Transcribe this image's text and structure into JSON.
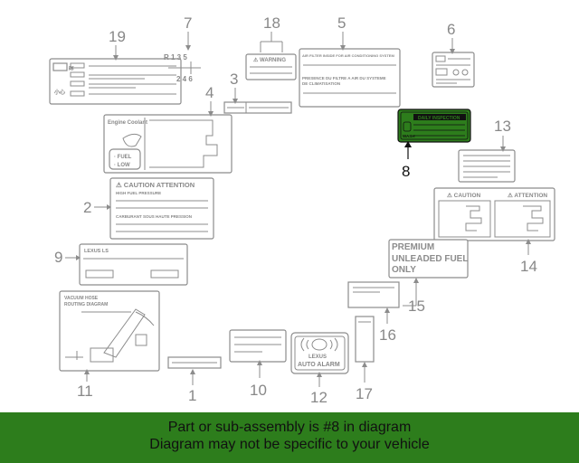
{
  "diagram": {
    "callouts": {
      "n1": "1",
      "n2": "2",
      "n3": "3",
      "n4": "4",
      "n5": "5",
      "n6": "6",
      "n7": "7",
      "n8": "8",
      "n9": "9",
      "n10": "10",
      "n11": "11",
      "n12": "12",
      "n13": "13",
      "n14": "14",
      "n15": "15",
      "n16": "16",
      "n17": "17",
      "n18": "18",
      "n19": "19"
    },
    "label_text": {
      "warning": "⚠ WARNING",
      "air_filter_en": "AIR FILTER INSIDE FOR AIR CONDITIONING SYSTEM",
      "air_filter_fr1": "PRESENCE DU FILTRE A AIR DU SYSTEME",
      "air_filter_fr2": "DE CLIMATISATION",
      "engine_coolant": "Engine Coolant",
      "fuel": "· FUEL",
      "low": "· LOW",
      "caution_attention": "⚠ CAUTION  ATTENTION",
      "high_fuel_pressure": "HIGH FUEL PRESSURE",
      "carburant": "CARBURANT SOUS HAUTE PRESSION",
      "lexus_ls": "LEXUS LS",
      "vacuum_1": "VACUUM HOSE",
      "vacuum_2": "ROUTING DIAGRAM",
      "lexus_brand": "LEXUS",
      "auto_alarm": "AUTO ALARM",
      "premium_1": "PREMIUM",
      "premium_2": "UNLEADED FUEL",
      "premium_3": "ONLY",
      "caution": "⚠ CAUTION",
      "attention": "⚠ ATTENTION",
      "shift_pattern": "R 1 3 5",
      "shift_pattern_2": "2 4 6",
      "label8_top": "DAILY INSPECTION",
      "label8_left": "WASH"
    },
    "highlight_color": "#2d7d1c"
  },
  "banner": {
    "line1": "Part or sub-assembly is #8 in diagram",
    "line2": "Diagram may not be specific to your vehicle"
  }
}
